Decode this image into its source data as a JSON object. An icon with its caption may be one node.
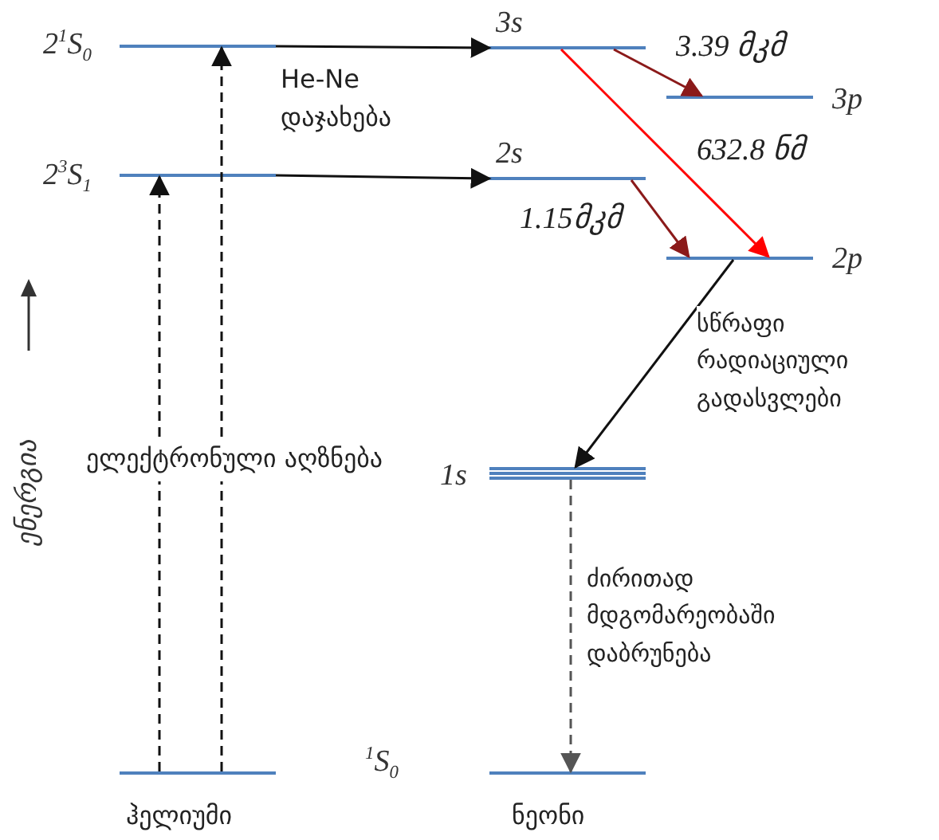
{
  "diagram": {
    "nodes": [
      {
        "text": [],
        "shape": "bar",
        "beside": [
          "2$^{1}$S$_{0}$"
        ]
      },
      {
        "text": [],
        "shape": "bar",
        "beside": [
          "2$^{3}$S$_{1}$"
        ]
      },
      {
        "text": [],
        "shape": "bar",
        "beside": [
          "ჰელიუმი"
        ]
      },
      {
        "text": [],
        "shape": "bar",
        "beside": [
          "3s"
        ]
      },
      {
        "text": [],
        "shape": "bar",
        "beside": [
          "3p"
        ]
      },
      {
        "text": [],
        "shape": "bar",
        "beside": [
          "2s"
        ]
      },
      {
        "text": [],
        "shape": "bar",
        "beside": [
          "2p"
        ]
      },
      {
        "text": [],
        "shape": "bar",
        "beside": [
          "1s"
        ]
      },
      {
        "text": [],
        "shape": "bar",
        "beside": [
          "$^{1}$S$_{0}$",
          "ნეონი"
        ]
      }
    ],
    "edges": [
      {
        "from": 2,
        "to": 1,
        "arrow": "to",
        "style": "dashed"
      },
      {
        "from": 2,
        "to": 0,
        "arrow": "to",
        "style": "dashed"
      },
      {
        "from": 0,
        "to": 3,
        "arrow": "to"
      },
      {
        "from": 1,
        "to": 5,
        "arrow": "to"
      },
      {
        "from": 3,
        "to": 4,
        "arrow": "to",
        "label": "3.39 მკმ",
        "color": "#8b1a1a"
      },
      {
        "from": 3,
        "to": 6,
        "arrow": "to",
        "label": "632.8 ნმ",
        "color": "#ff0000"
      },
      {
        "from": 5,
        "to": 6,
        "arrow": "to",
        "label": "1.15მკმ",
        "color": "#8b1a1a"
      },
      {
        "from": 6,
        "to": 7,
        "arrow": "to",
        "label": "სწრაფი რადიაციული გადასვლები"
      },
      {
        "from": 7,
        "to": 8,
        "arrow": "to",
        "style": "dashed",
        "label": "ძირითად მდგომარეობაში დაბრუნება"
      }
    ],
    "labels": [
      "He-Ne დაჯახება",
      "ენერგია",
      "ელექტრონული აღზნება"
    ]
  }
}
